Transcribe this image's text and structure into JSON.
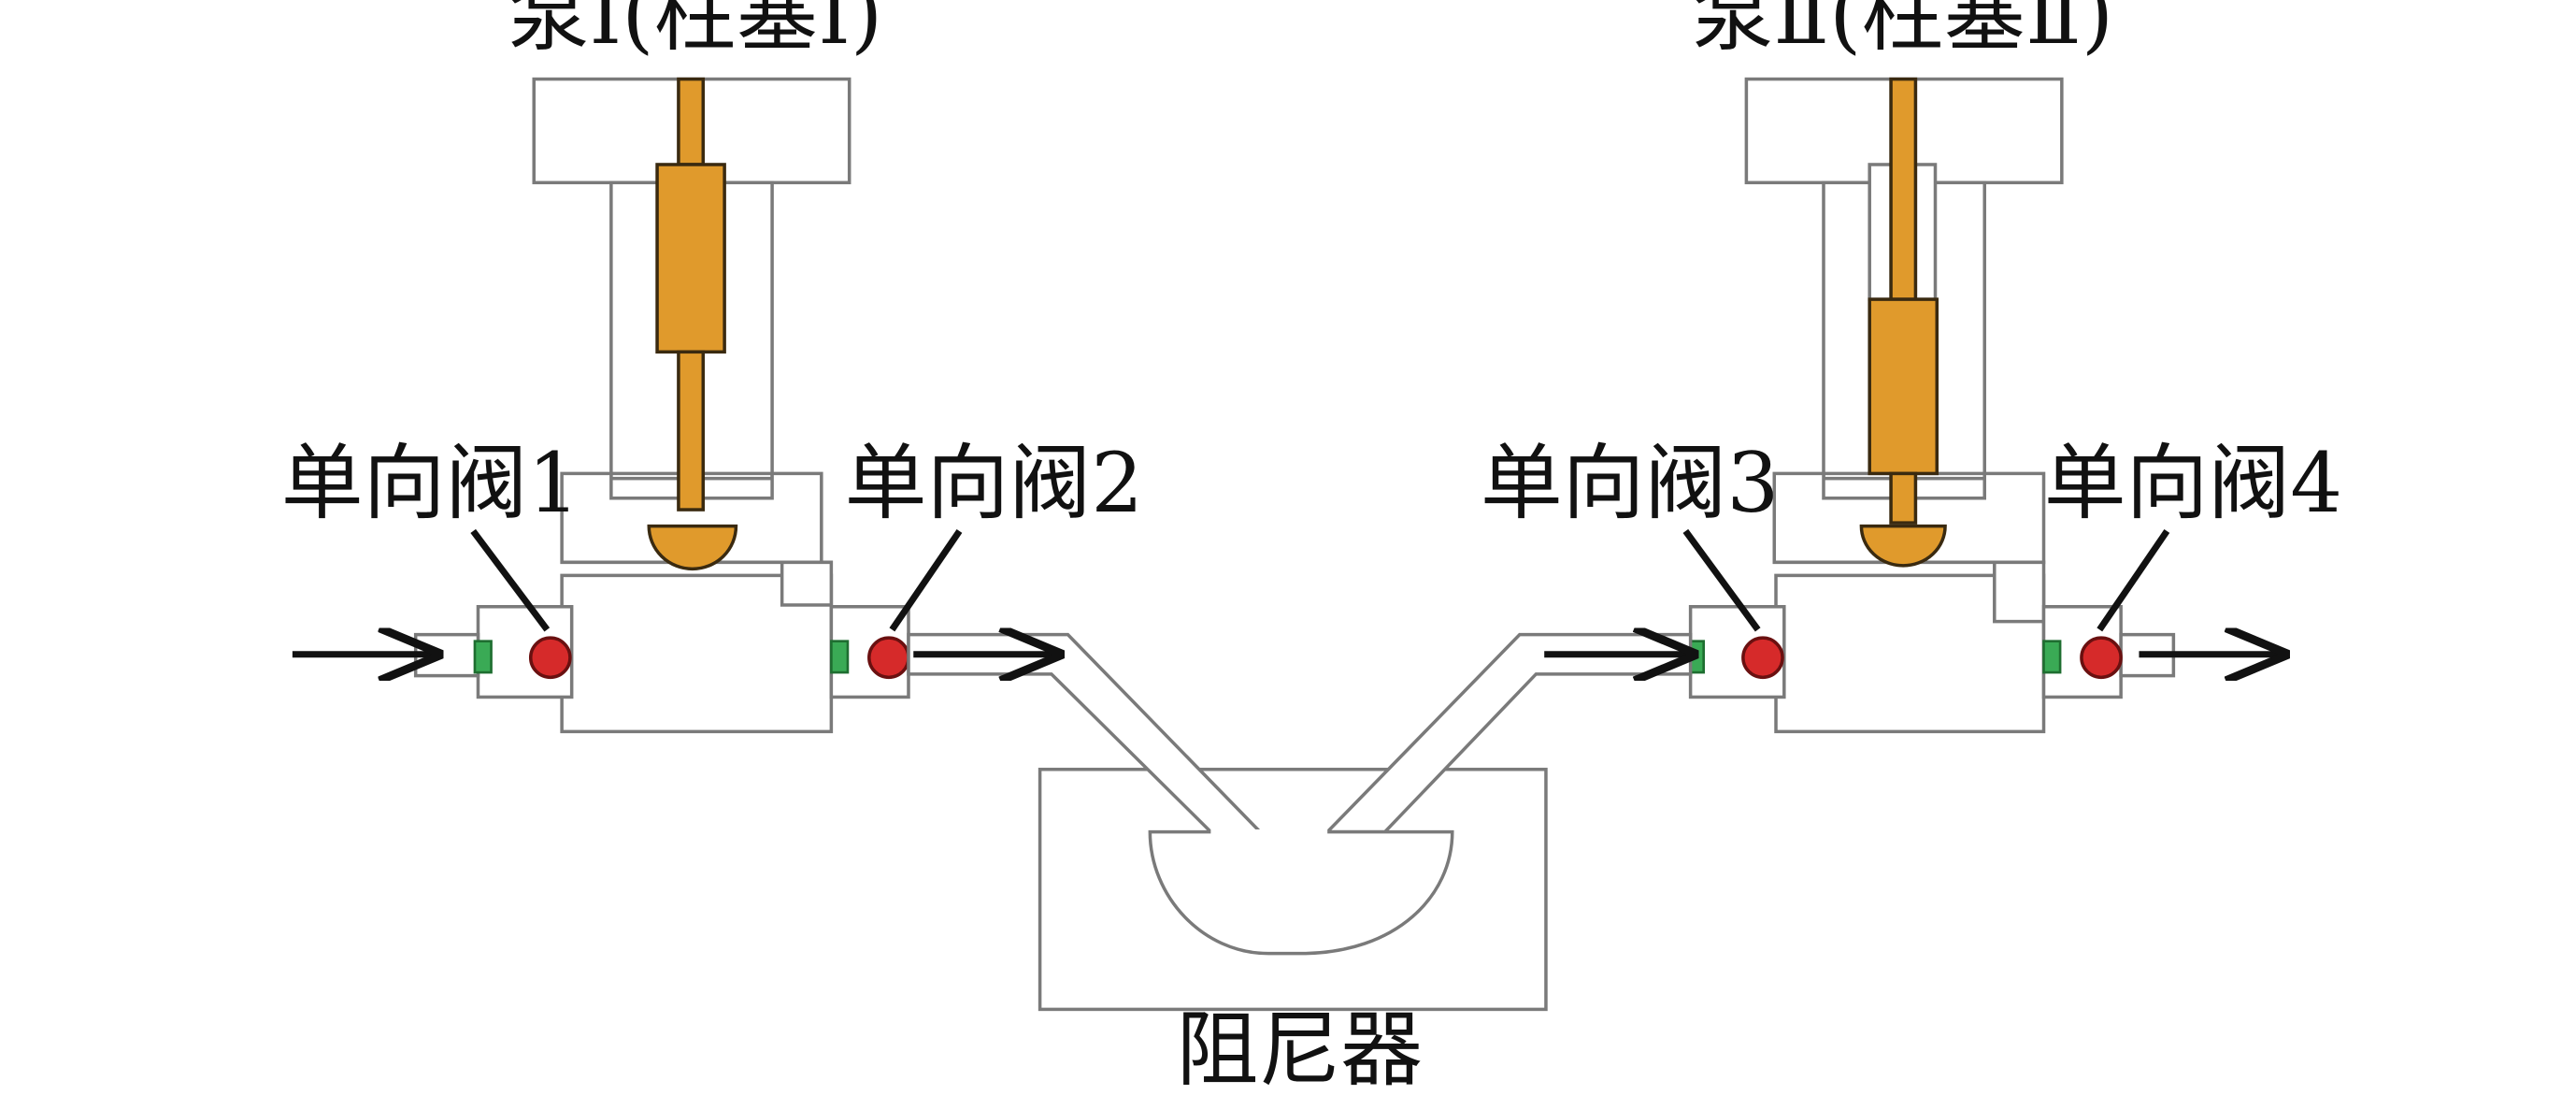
{
  "labels": {
    "pump1": "泵Ⅰ(柱塞Ⅰ)",
    "pump2": "泵Ⅱ(柱塞Ⅱ)",
    "valve1": "单向阀1",
    "valve2": "单向阀2",
    "valve3": "单向阀3",
    "valve4": "单向阀4",
    "damper": "阻尼器"
  },
  "colors": {
    "plunger": "#e09a2c",
    "valve_seat": "#3aaa55",
    "valve_ball": "#d62a2a",
    "outline": "#7a7a7a"
  }
}
